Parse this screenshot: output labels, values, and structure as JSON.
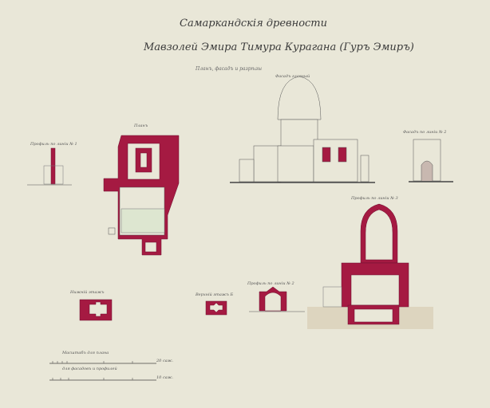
{
  "titles": {
    "line1": "Самаркандскія древности",
    "line2": "Мавзолей Эмира Тимура Курагана (Гуръ Эмиръ)",
    "line3": "Планъ, фасадъ и разрѣзы"
  },
  "labels": {
    "main_facade": "Фасадъ главный",
    "profile_1": "Профиль по линіи № 1",
    "plan": "Планъ",
    "side_facade": "Фасадъ по линіи № 2",
    "profile_3": "Профиль по линіи № 3",
    "lower_floor": "Нижній этажъ",
    "upper_floor": "Верхній этажъ Б",
    "profile_2": "Профиль по линіи № 2"
  },
  "scale": {
    "plan_title": "Масштабъ для плана",
    "plan_unit": "20 саж.",
    "facade_title": "для фасадовъ и профилей",
    "facade_unit": "10 саж."
  },
  "colors": {
    "paper": "#e9e7d8",
    "wall": "#a51a42",
    "ink": "#3a3a3a"
  }
}
